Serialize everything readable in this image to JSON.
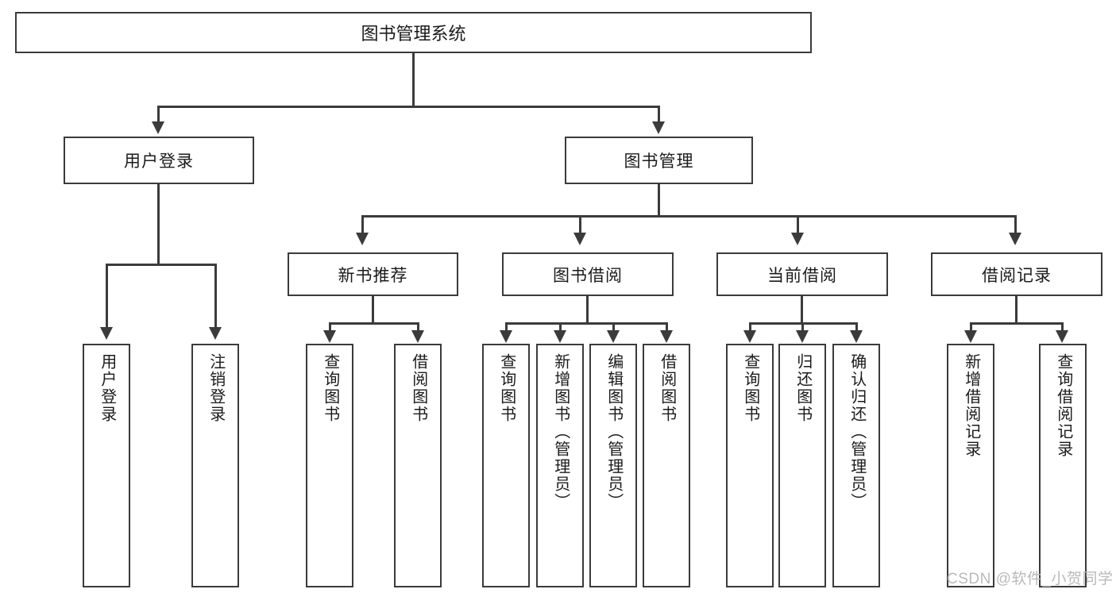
{
  "diagram": {
    "title": "图书管理系统",
    "type": "tree-hierarchy-chart",
    "watermark": "CSDN @软件_小贺同学",
    "colors": {
      "stroke": "#3b3b3b",
      "box_fill": "#ffffff",
      "text": "#1b1b1b",
      "watermark": "#b9b9b9",
      "background": "#ffffff"
    },
    "levels": {
      "root": {
        "label": "图书管理系统"
      },
      "level2": [
        {
          "label": "用户登录"
        },
        {
          "label": "图书管理"
        }
      ],
      "level3": [
        {
          "label": "新书推荐"
        },
        {
          "label": "图书借阅"
        },
        {
          "label": "当前借阅"
        },
        {
          "label": "借阅记录"
        }
      ],
      "leaves": {
        "user_login": [
          {
            "label": "用户登录"
          },
          {
            "label": "注销登录"
          }
        ],
        "new_book_recommend": [
          {
            "label": "查询图书"
          },
          {
            "label": "借阅图书"
          }
        ],
        "book_borrow": [
          {
            "label": "查询图书"
          },
          {
            "label": "新增图书（管理员）"
          },
          {
            "label": "编辑图书（管理员）"
          },
          {
            "label": "借阅图书"
          }
        ],
        "current_borrow": [
          {
            "label": "查询图书"
          },
          {
            "label": "归还图书"
          },
          {
            "label": "确认归还（管理员）"
          }
        ],
        "borrow_record": [
          {
            "label": "新增借阅记录"
          },
          {
            "label": "查询借阅记录"
          }
        ]
      }
    }
  }
}
